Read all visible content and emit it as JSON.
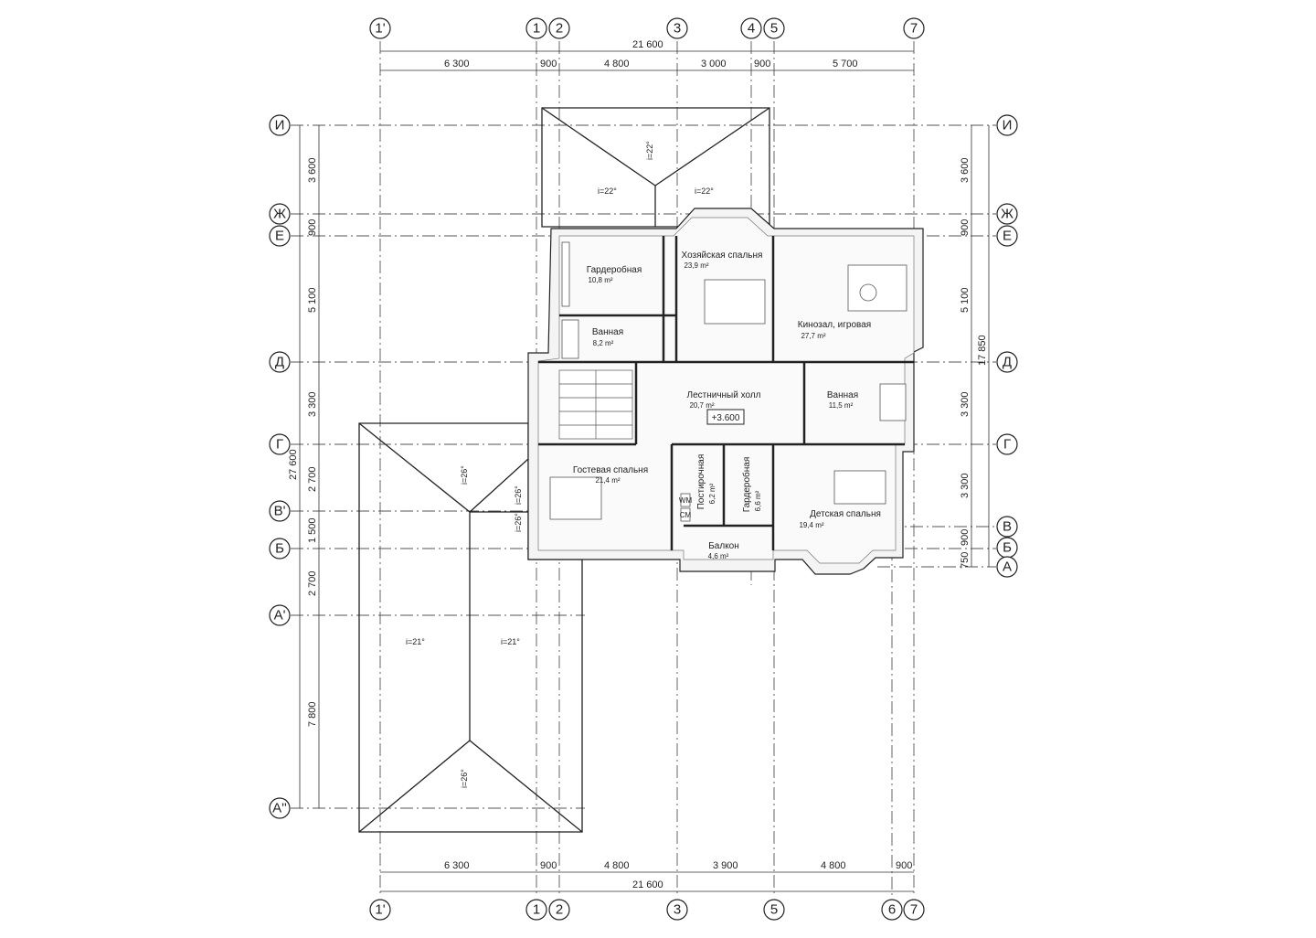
{
  "axes": {
    "columns": [
      {
        "id": "c1p",
        "label": "1'"
      },
      {
        "id": "c1",
        "label": "1"
      },
      {
        "id": "c2",
        "label": "2"
      },
      {
        "id": "c3",
        "label": "3"
      },
      {
        "id": "c4",
        "label": "4"
      },
      {
        "id": "c5",
        "label": "5"
      },
      {
        "id": "c6",
        "label": "6"
      },
      {
        "id": "c7",
        "label": "7"
      }
    ],
    "rows": [
      {
        "id": "rI",
        "label": "И"
      },
      {
        "id": "rZh",
        "label": "Ж"
      },
      {
        "id": "rE",
        "label": "Е"
      },
      {
        "id": "rD",
        "label": "Д"
      },
      {
        "id": "rG",
        "label": "Г"
      },
      {
        "id": "rVp",
        "label": "В'"
      },
      {
        "id": "rV",
        "label": "В"
      },
      {
        "id": "rB",
        "label": "Б"
      },
      {
        "id": "rA",
        "label": "А"
      },
      {
        "id": "rAp",
        "label": "А'"
      },
      {
        "id": "rApp",
        "label": "А''"
      }
    ]
  },
  "dimensions": {
    "top_total": "21 600",
    "top_segments": [
      "6 300",
      "900",
      "4 800",
      "3 000",
      "900",
      "5 700"
    ],
    "bottom_total": "21 600",
    "bottom_segments": [
      "6 300",
      "900",
      "4 800",
      "3 900",
      "4 800",
      "900"
    ],
    "left_total": "27 600",
    "left_segments": [
      "3 600",
      "900",
      "5 100",
      "3 300",
      "2 700",
      "1 500",
      "2 700",
      "7 800"
    ],
    "right_total": "17 850",
    "right_segments": [
      "3 600",
      "900",
      "5 100",
      "3 300",
      "3 300",
      "900",
      "750"
    ]
  },
  "rooms": {
    "wardrobe_master": {
      "name": "Гардеробная",
      "area": "10,8 m²"
    },
    "master_bedroom": {
      "name": "Хозяйская спальня",
      "area": "23,9 m²"
    },
    "cinema": {
      "name": "Кинозал, игровая",
      "area": "27,7 m²"
    },
    "bath_left": {
      "name": "Ванная",
      "area": "8,2 m²"
    },
    "stair_hall": {
      "name": "Лестничный холл",
      "area": "20,7 m²"
    },
    "bath_right": {
      "name": "Ванная",
      "area": "11,5 m²"
    },
    "guest_bedroom": {
      "name": "Гостевая спальня",
      "area": "21,4 m²"
    },
    "laundry": {
      "name": "Постирочная",
      "area": "6,2 m²"
    },
    "wardrobe_small": {
      "name": "Гардеробная",
      "area": "6,6 m²"
    },
    "kids_bedroom": {
      "name": "Детская спальня",
      "area": "19,4 m²"
    },
    "balcony": {
      "name": "Балкон",
      "area": "4,6 m²"
    }
  },
  "level_mark": "+3.600",
  "slopes": {
    "top_vertical": "i=22°",
    "top_left": "i=22°",
    "top_right": "i=22°",
    "left_upper": "i=26°",
    "left_mid_a": "i=26°",
    "left_mid_b": "i=26°",
    "left_roof_left": "i=21°",
    "left_roof_right": "i=21°",
    "left_bottom": "i=26°"
  },
  "fixture_labels": {
    "wm": "WM",
    "cm": "CM"
  }
}
